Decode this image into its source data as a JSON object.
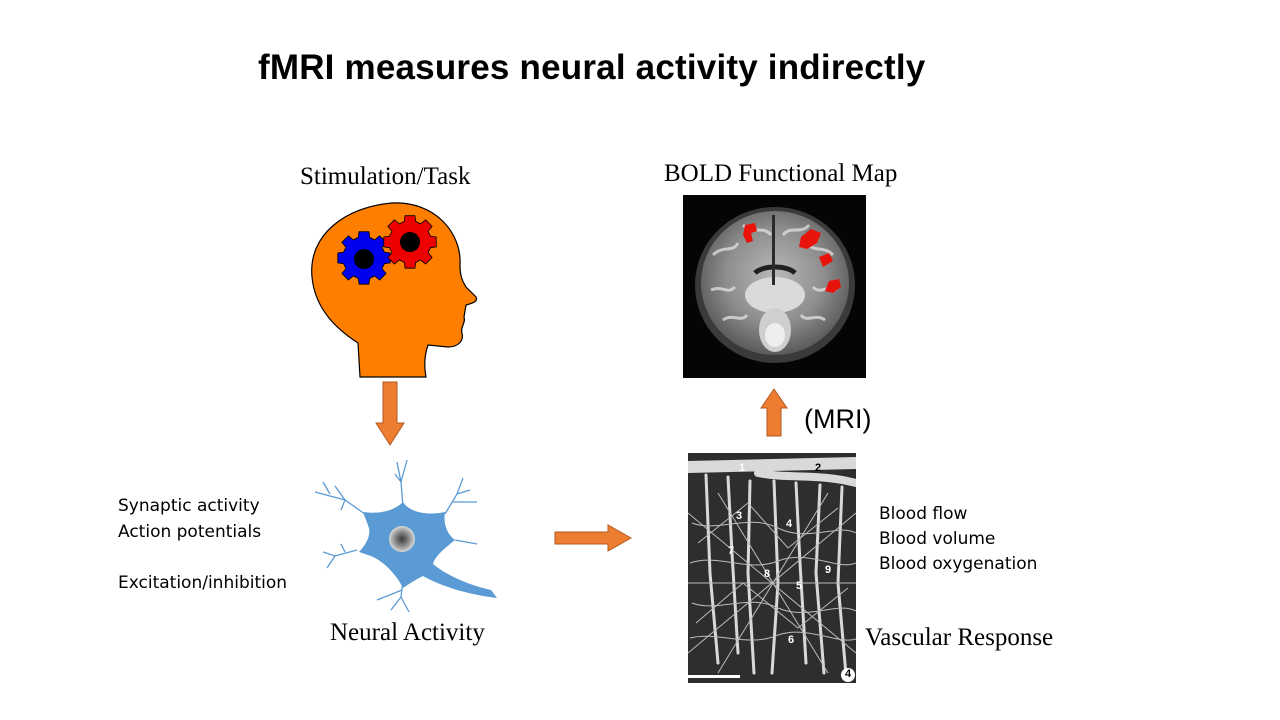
{
  "title": "fMRI measures neural activity indirectly",
  "stimulation_label": "Stimulation/Task",
  "bold_label": "BOLD Functional Map",
  "mri_label": "(MRI)",
  "neural_label": "Neural Activity",
  "vascular_label": "Vascular Response",
  "neural_effects": [
    "Synaptic activity",
    "Action potentials",
    "Excitation/inhibition"
  ],
  "vascular_effects": [
    "Blood flow",
    "Blood volume",
    "Blood oxygenation"
  ],
  "vascular_image_numbers": [
    "1",
    "2",
    "3",
    "4",
    "7",
    "8",
    "5",
    "9",
    "6",
    "4"
  ],
  "colors": {
    "head": "#fe7f00",
    "gear_left": "#0000ee",
    "gear_right": "#ee0000",
    "neuron": "#5b9bd5",
    "arrow": "#ed7d31",
    "activation": "#e8140c"
  }
}
